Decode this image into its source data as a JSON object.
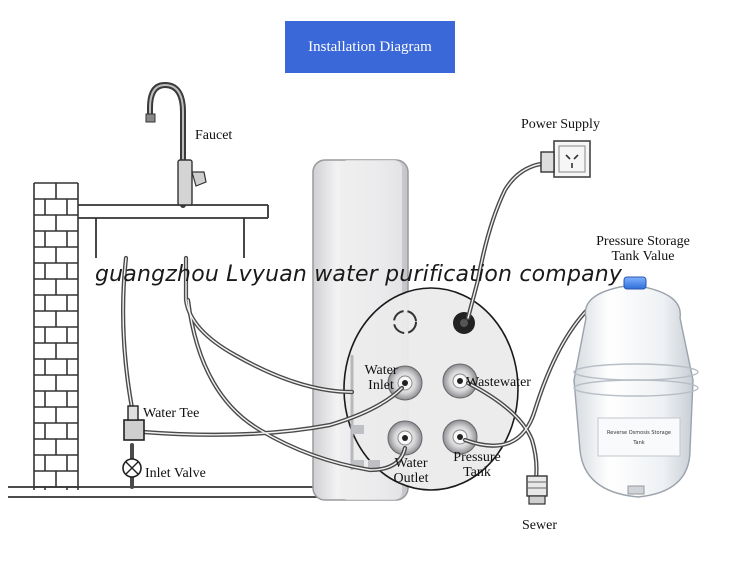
{
  "title": "Installation Diagram",
  "watermark": "guangzhou Lvyuan water purification company",
  "labels": {
    "faucet": "Faucet",
    "power_supply": "Power Supply",
    "pressure_storage_line1": "Pressure Storage",
    "pressure_storage_line2": "Tank Value",
    "water_inlet_line1": "Water",
    "water_inlet_line2": "Inlet",
    "wastewater": "Wastewater",
    "water_outlet_line1": "Water",
    "water_outlet_line2": "Outlet",
    "pressure_tank_line1": "Pressure",
    "pressure_tank_line2": "Tank",
    "water_tee": "Water Tee",
    "inlet_valve": "Inlet Valve",
    "sewer": "Sewer",
    "tank_sticker": "Reverse Osmosis Storage Tank"
  },
  "colors": {
    "title_bg": "#3a68d8",
    "brick": "#333333",
    "pipe": "#444444",
    "unit_body": "#e9e9ea",
    "tank_body": "#f4f6f8"
  }
}
